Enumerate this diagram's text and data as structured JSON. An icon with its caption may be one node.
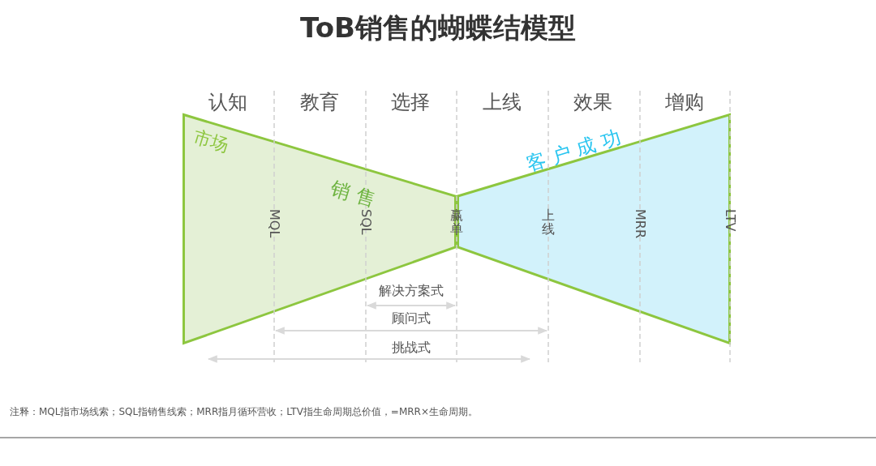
{
  "diagram": {
    "title": "ToB销售的蝴蝶结模型",
    "nodes": [
      {
        "text": [
          "市场",
          "销售"
        ]
      },
      {
        "text": [
          "客户成功"
        ]
      }
    ],
    "edges": [],
    "labels": [
      "认知",
      "教育",
      "选择",
      "上线",
      "效果",
      "增购",
      "MQL",
      "SQL",
      "赢单",
      "上线",
      "MRR",
      "LTV",
      "解决方案式",
      "顾问式",
      "挑战式",
      "注释：MQL指市场线索；SQL指销售线索；MRR指月循环营收；LTV指生命周期总价值，=MRR×生命周期。"
    ]
  }
}
